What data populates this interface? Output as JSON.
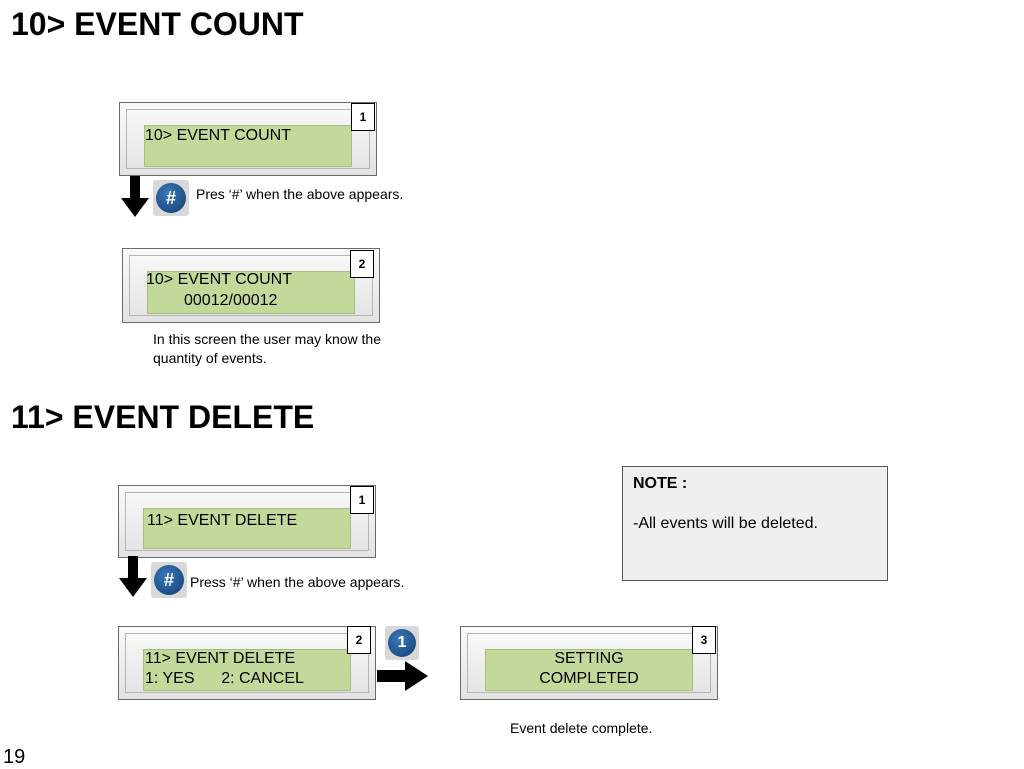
{
  "section1": {
    "title": "10> EVENT COUNT",
    "screen1": {
      "badge": "1",
      "line1": "10> EVENT COUNT"
    },
    "key_label": "#",
    "key_caption": "Pres ‘#’ when the above appears.",
    "screen2": {
      "badge": "2",
      "line1": "10> EVENT COUNT",
      "line2": "00012/00012"
    },
    "caption_line1": "In this screen the user may know the",
    "caption_line2": "quantity of events."
  },
  "section2": {
    "title": "11> EVENT DELETE",
    "screen1": {
      "badge": "1",
      "line1": "11> EVENT DELETE"
    },
    "key_label": "#",
    "key_caption": "Press ‘#’ when the above appears.",
    "screen2": {
      "badge": "2",
      "line1": "11> EVENT DELETE",
      "line2": "1: YES      2: CANCEL"
    },
    "key1_label": "1",
    "screen3": {
      "badge": "3",
      "line1": "SETTING",
      "line2": "COMPLETED"
    },
    "final_caption": "Event delete complete."
  },
  "note": {
    "title": "NOTE :",
    "text": "All events will be deleted.",
    "bullet": "-"
  },
  "page_number": "19",
  "colors": {
    "lcd_green": "#c3d99a",
    "key_blue": "#1c4f86"
  }
}
